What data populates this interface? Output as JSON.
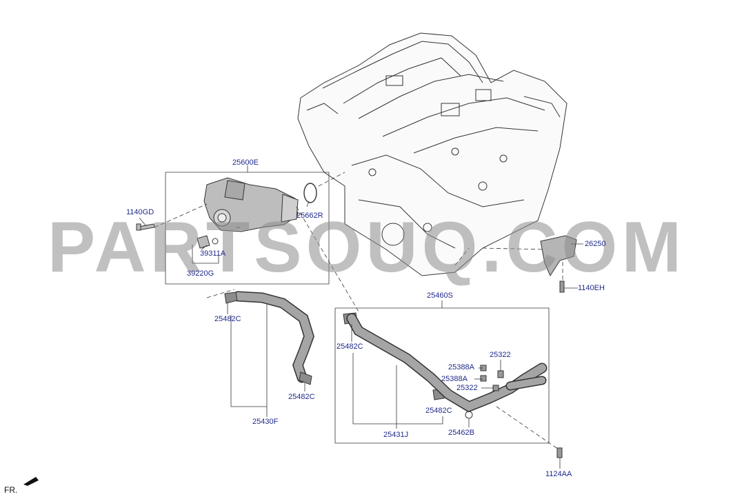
{
  "watermark": "PARTSOUQ.COM",
  "direction": "FR.",
  "colors": {
    "label": "#1f2a8a",
    "line": "#222222",
    "part": "#9a9a9a",
    "watermark": "#8c8c8c"
  },
  "callouts": {
    "c25600E": "25600E",
    "c1140GD": "1140GD",
    "c25662R": "25662R",
    "c39311A": "39311A",
    "c39220G": "39220G",
    "c26250": "26250",
    "c1140EH": "1140EH",
    "c25460S": "25460S",
    "c25482C_a": "25482C",
    "c25482C_b": "25482C",
    "c25482C_c": "25482C",
    "c25482C_d": "25482C",
    "c25430F": "25430F",
    "c25388A_a": "25388A",
    "c25388A_b": "25388A",
    "c25322_a": "25322",
    "c25322_b": "25322",
    "c25431J": "25431J",
    "c25462B": "25462B",
    "c1124AA": "1124AA"
  }
}
